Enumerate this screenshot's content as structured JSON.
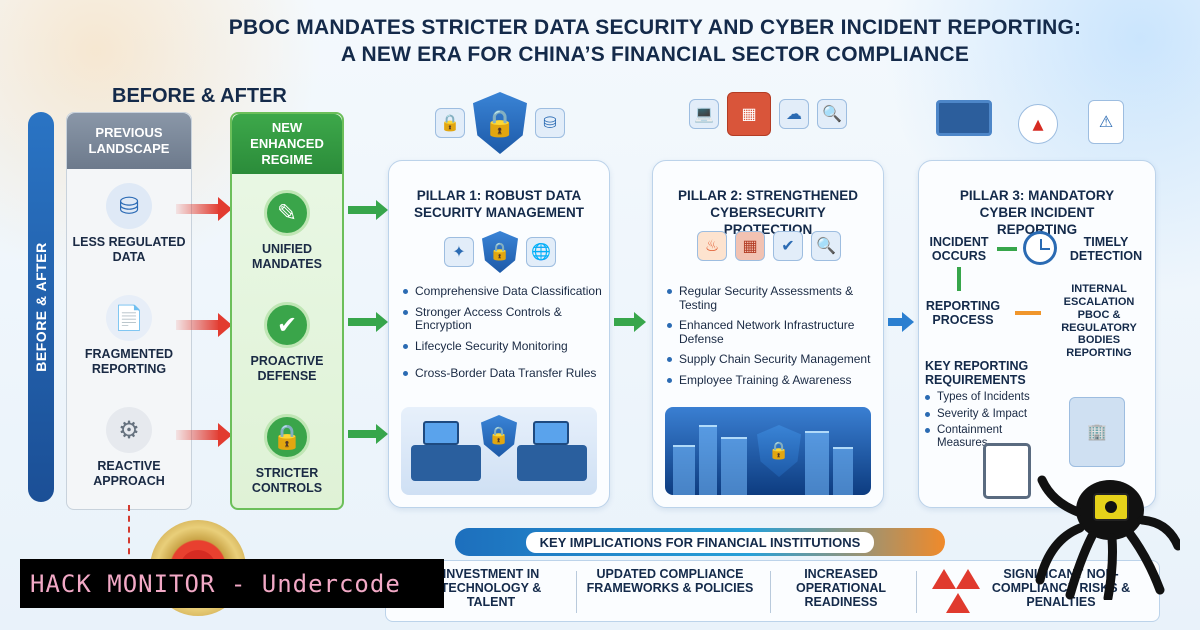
{
  "title": {
    "line1": "PBOC MANDATES STRICTER DATA SECURITY AND CYBER INCIDENT REPORTING:",
    "line2": "A NEW ERA FOR  CHINA’S FINANCIAL SECTOR COMPLIANCE"
  },
  "before_after_heading": "BEFORE & AFTER",
  "side_label": "BEFORE & AFTER",
  "previous": {
    "heading": "PREVIOUS LANDSCAPE",
    "items": [
      {
        "label": "LESS REGULATED DATA",
        "icon": "database-icon"
      },
      {
        "label": "FRAGMENTED REPORTING",
        "icon": "documents-icon"
      },
      {
        "label": "REACTIVE APPROACH",
        "icon": "gear-warning-icon"
      }
    ]
  },
  "new_regime": {
    "heading": "NEW ENHANCED REGIME",
    "items": [
      {
        "label": "UNIFIED MANDATES",
        "icon": "document-edit-icon"
      },
      {
        "label": "PROACTIVE DEFENSE",
        "icon": "shield-check-icon"
      },
      {
        "label": "STRICTER CONTROLS",
        "icon": "lock-icon"
      }
    ]
  },
  "pillar1": {
    "title": "PILLAR 1: ROBUST DATA SECURITY MANAGEMENT",
    "bullets": [
      "Comprehensive Data Classification",
      "Stronger Access Controls & Encryption",
      "Lifecycle Security Monitoring",
      "Cross-Border Data Transfer Rules"
    ]
  },
  "pillar2": {
    "title": "PILLAR 2: STRENGTHENED CYBERSECURITY PROTECTION",
    "bullets": [
      "Regular Security Assessments & Testing",
      "Enhanced Network Infrastructure Defense",
      "Supply Chain Security Management",
      "Employee Training & Awareness"
    ]
  },
  "pillar3": {
    "title": "PILLAR 3: MANDATORY CYBER INCIDENT REPORTING",
    "incident_occurs": "INCIDENT OCCURS",
    "timely_detection": "TIMELY DETECTION",
    "reporting_process": "REPORTING PROCESS",
    "internal_escalation": "INTERNAL ESCALATION",
    "pboc_reporting": "PBOC & REGULATORY BODIES REPORTING",
    "key_requirements": "KEY REPORTING REQUIREMENTS",
    "requirements": [
      "Types of Incidents",
      "Severity & Impact",
      "Containment Measures"
    ]
  },
  "implications": {
    "heading": "KEY IMPLICATIONS FOR FINANCIAL INSTITUTIONS",
    "items": [
      "INVESTMENT IN TECHNOLOGY & TALENT",
      "UPDATED COMPLIANCE FRAMEWORKS & POLICIES",
      "INCREASED OPERATIONAL READINESS",
      "SIGNIFICANT NON-COMPLIANCE RISKS & PENALTIES"
    ]
  },
  "watermark": "HACK MONITOR - Undercode",
  "colors": {
    "accent_blue": "#2b6bb3",
    "accent_green": "#37a64b",
    "warning_red": "#e23b30",
    "highlight_orange": "#f08a2a"
  }
}
